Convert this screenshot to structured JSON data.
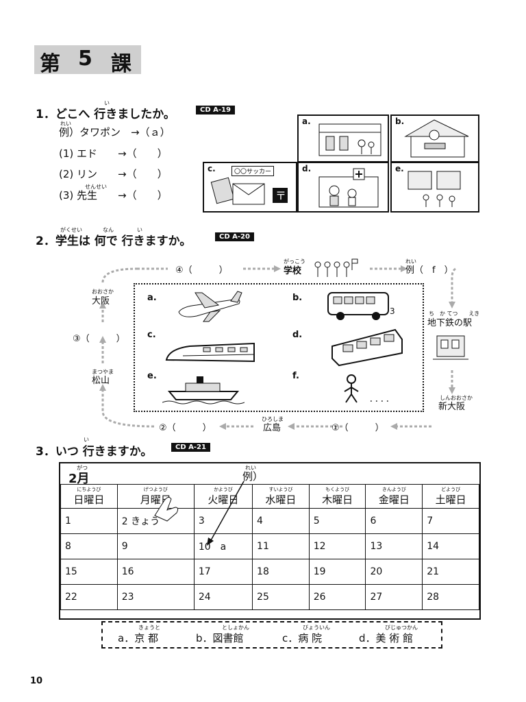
{
  "lesson": {
    "label_left": "第",
    "number": "5",
    "label_right": "課"
  },
  "section1": {
    "heading": "1．どこへ 行きましたか。",
    "ruby": "い",
    "cd": "CD A-19",
    "items": [
      {
        "ruby": "れい",
        "text": "例）タワポン　→（ａ）"
      },
      {
        "ruby": "",
        "text": "(1) エド　　→（　　）"
      },
      {
        "ruby": "",
        "text": "(2) リン　　→（　　）"
      },
      {
        "ruby": "せんせい",
        "text": "(3) 先生　　→（　　）"
      }
    ],
    "pictures": [
      "a.",
      "b.",
      "c.",
      "d.",
      "e."
    ],
    "picture_c_sign": "〇〇サッカー"
  },
  "section2": {
    "heading": "2．学生は 何で 行きますか。",
    "ruby_gakusei": "がくせい",
    "ruby_nan": "なん",
    "ruby_i": "い",
    "cd": "CD A-20",
    "route": {
      "gakko_ruby": "がっこう",
      "gakko": "学校",
      "rei_ruby": "れい",
      "rei": "例（　f　）",
      "q4": "④（　　　）",
      "chikatetsu_ruby": "ち　か てつ　　えき",
      "chikatetsu": "地下鉄の駅",
      "shinosaka_ruby": "しんおおさか",
      "shinosaka": "新大阪",
      "q1": "①（　　　）",
      "hiroshima_ruby": "ひろしま",
      "hiroshima": "広島",
      "q2": "②（　　　）",
      "matsuyama_ruby": "まつやま",
      "matsuyama": "松山",
      "q3": "③（　　　）",
      "osaka_ruby": "おおさか",
      "osaka": "大阪"
    },
    "vehicles": [
      "a.",
      "b.",
      "c.",
      "d.",
      "e.",
      "f."
    ],
    "bus_mark": "3",
    "dots": "．．．．"
  },
  "section3": {
    "heading": "3．いつ 行きますか。",
    "ruby": "い",
    "cd": "CD A-21",
    "month": "2月",
    "month_ruby": "がつ",
    "rei_ruby": "れい",
    "rei": "例）",
    "days": [
      {
        "ruby": "にちようび",
        "name": "日曜日"
      },
      {
        "ruby": "げつようび",
        "name": "月曜日"
      },
      {
        "ruby": "かようび",
        "name": "火曜日"
      },
      {
        "ruby": "すいようび",
        "name": "水曜日"
      },
      {
        "ruby": "もくようび",
        "name": "木曜日"
      },
      {
        "ruby": "きんようび",
        "name": "金曜日"
      },
      {
        "ruby": "どようび",
        "name": "土曜日"
      }
    ],
    "weeks": [
      [
        "1",
        "2 きょう",
        "3",
        "4",
        "5",
        "6",
        "7"
      ],
      [
        "8",
        "9",
        "10　a",
        "11",
        "12",
        "13",
        "14"
      ],
      [
        "15",
        "16",
        "17",
        "18",
        "19",
        "20",
        "21"
      ],
      [
        "22",
        "23",
        "24",
        "25",
        "26",
        "27",
        "28"
      ]
    ],
    "options": [
      {
        "ruby": "きょうと",
        "text": "a．京 都"
      },
      {
        "ruby": "としょかん",
        "text": "b．図書館"
      },
      {
        "ruby": "びょういん",
        "text": "c．病 院"
      },
      {
        "ruby": "びじゅつかん",
        "text": "d．美 術 館"
      }
    ]
  },
  "page_number": "10"
}
